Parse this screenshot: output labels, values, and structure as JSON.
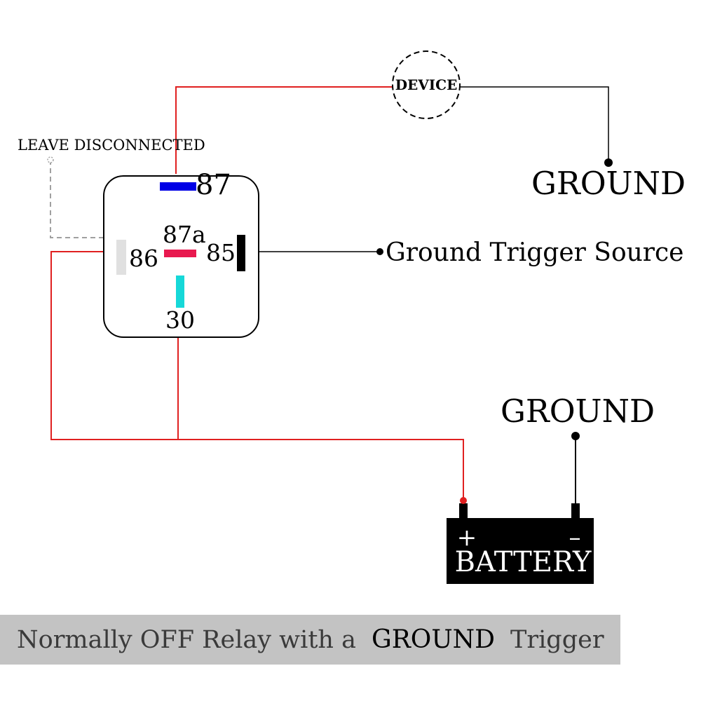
{
  "relay": {
    "pins": {
      "p87": "87",
      "p87a": "87a",
      "p86": "86",
      "p85": "85",
      "p30": "30"
    },
    "pin_colors": {
      "p87": "#0000e6",
      "p87a": "#e8194f",
      "p86": "#e0e0e0",
      "p85": "#000000",
      "p30": "#16d8d8"
    }
  },
  "device": {
    "label": "DEVICE",
    "label_color": "#6ddc3a"
  },
  "ground_top": {
    "label": "GROUND"
  },
  "ground_battery": {
    "label": "GROUND"
  },
  "trigger": {
    "label": "Ground Trigger Source"
  },
  "leave_disconnected": {
    "label": "LEAVE DISCONNECTED"
  },
  "battery": {
    "label": "BATTERY",
    "plus": "+",
    "minus": "–"
  },
  "wire_colors": {
    "power": "#e02020",
    "ground": "#000000",
    "unused": "#a0a0a0"
  },
  "caption": {
    "prefix": "Normally OFF Relay with a",
    "highlight": "GROUND",
    "suffix": "Trigger"
  }
}
